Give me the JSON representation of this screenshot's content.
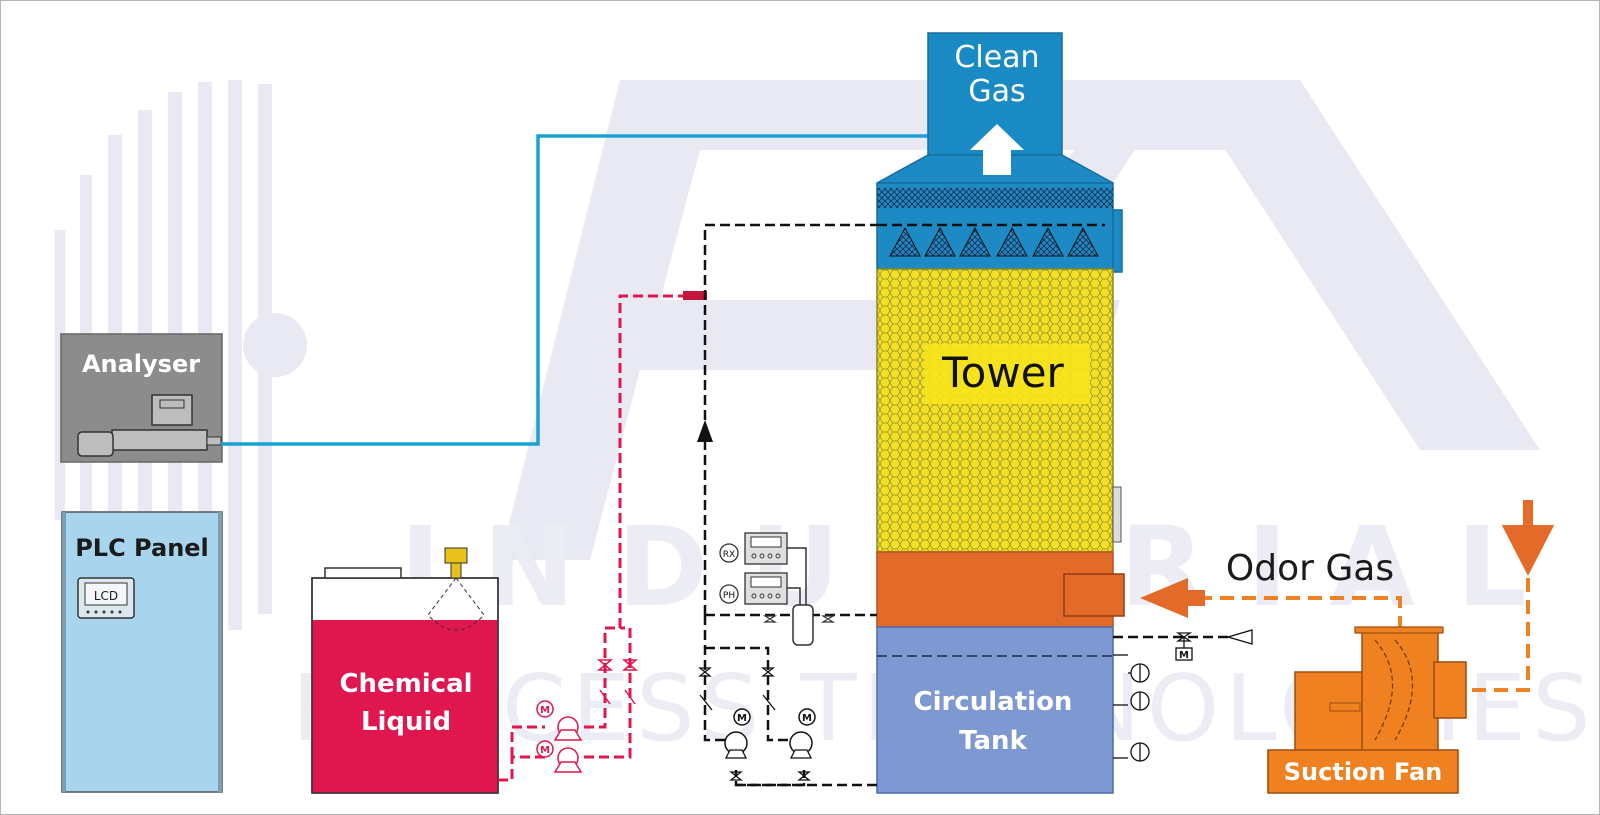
{
  "diagram": {
    "labels": {
      "clean_gas_line1": "Clean",
      "clean_gas_line2": "Gas",
      "tower": "Tower",
      "analyser": "Analyser",
      "plc_panel": "PLC Panel",
      "lcd": "LCD",
      "chemical_liquid_line1": "Chemical",
      "chemical_liquid_line2": "Liquid",
      "circulation_tank_line1": "Circulation",
      "circulation_tank_line2": "Tank",
      "odor_gas": "Odor Gas",
      "suction_fan": "Suction Fan",
      "rx": "RX",
      "ph": "PH",
      "motor": "M"
    },
    "watermark": {
      "line1": "INDUSTRIAL",
      "line2": "PROCESS TECHNOLOGIES"
    },
    "colors": {
      "clean_gas": "#1a8ac4",
      "packing": "#f3df26",
      "spray_zone": "#1d8ac6",
      "inlet_zone": "#e46a29",
      "tank": "#7e98d2",
      "chemical": "#e0174e",
      "fan": "#f08120",
      "analyser_box": "#8c8c8c",
      "plc_panel": "#a9d4ee",
      "analyser_line": "#1aa0d4",
      "watermark": "#e7e7f2"
    }
  }
}
